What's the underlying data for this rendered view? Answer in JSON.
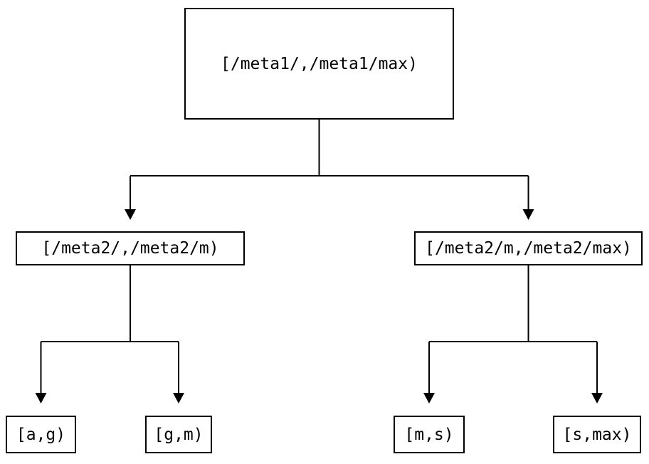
{
  "diagram": {
    "type": "interval-partition-tree",
    "background_color": "#ffffff",
    "line_color": "#000000",
    "box_fill_color": "#ffffff",
    "box_border_color": "#000000",
    "text_color": "#000000"
  },
  "nodes": {
    "root": {
      "label": "[/meta1/,/meta1/max)"
    },
    "left": {
      "label": "[/meta2/,/meta2/m)"
    },
    "right": {
      "label": "[/meta2/m,/meta2/max)"
    },
    "leaf1": {
      "label": "[a,g)"
    },
    "leaf2": {
      "label": "[g,m)"
    },
    "leaf3": {
      "label": "[m,s)"
    },
    "leaf4": {
      "label": "[s,max)"
    }
  },
  "edges": [
    {
      "from": "root",
      "to": "left"
    },
    {
      "from": "root",
      "to": "right"
    },
    {
      "from": "left",
      "to": "leaf1"
    },
    {
      "from": "left",
      "to": "leaf2"
    },
    {
      "from": "right",
      "to": "leaf3"
    },
    {
      "from": "right",
      "to": "leaf4"
    }
  ]
}
